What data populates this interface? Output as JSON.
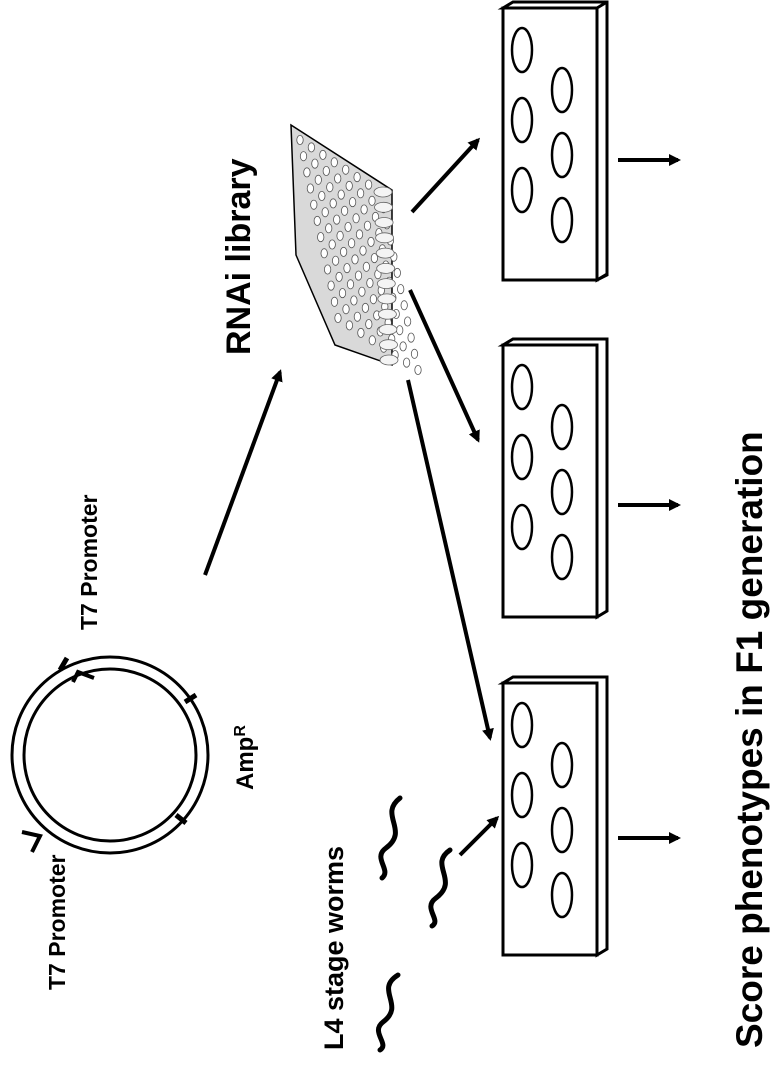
{
  "plasmid": {
    "promoter_left_label": "T7 Promoter",
    "promoter_top_label": "T7 Promoter",
    "resistance_label": "Amp",
    "resistance_superscript": "R"
  },
  "library": {
    "label": "RNAi library"
  },
  "worms": {
    "label": "L4 stage worms"
  },
  "result": {
    "label": "Score phenotypes in F1 generation"
  },
  "icons": {
    "plasmid": "plasmid-ring-icon",
    "plate": "multiwell-plate-icon",
    "worm": "worm-icon",
    "arrow": "arrow-icon"
  },
  "colors": {
    "ink": "#000000",
    "library_plate": "#d9d9d9",
    "background": "#ffffff"
  }
}
